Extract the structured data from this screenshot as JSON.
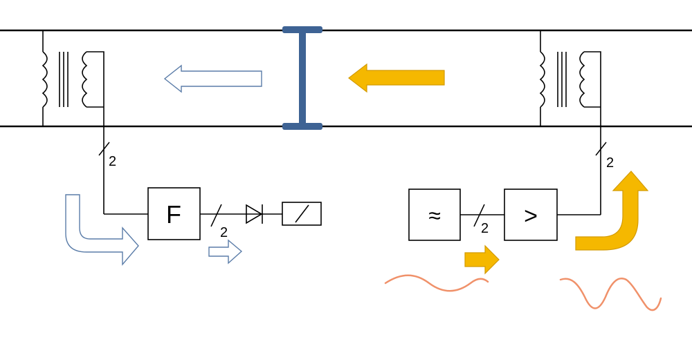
{
  "colors": {
    "line": "#000000",
    "blue_outline": "#5a7ca8",
    "insulator": "#3e6394",
    "yellow": "#f5b800",
    "yellow_edge": "#d39a00",
    "wave": "#f0916a"
  },
  "labels": {
    "left_bus_count": "2",
    "filter_box": "F",
    "filter_out_count": "2",
    "source_box": "≈",
    "source_out_count": "2",
    "amp_box": ">",
    "right_bus_count": "2"
  },
  "icons": {
    "left_coupler": "transformer-icon",
    "right_coupler": "transformer-icon",
    "blocking_element": "insulator-icon",
    "diode": "diode-icon",
    "relay": "relay-coil-icon",
    "receive_signal": "outline-arrow-icon",
    "transmit_signal": "filled-arrow-icon",
    "carrier_waves": "sine-wave-icon"
  }
}
